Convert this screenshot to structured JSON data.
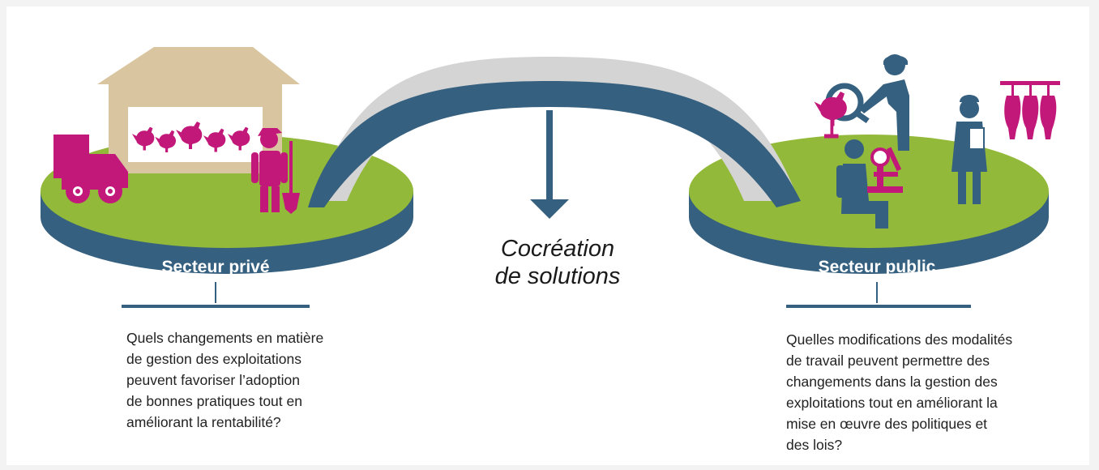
{
  "left": {
    "label": "Secteur privé",
    "question": "Quels changements en matière\nde gestion des exploitations\npeuvent favoriser l’adoption\nde bonnes pratiques tout en\naméliorant la rentabilité?"
  },
  "right": {
    "label": "Secteur public",
    "question": "Quelles modifications des modalités\nde travail peuvent permettre des\nchangements dans la gestion des\nexploitations tout en améliorant la\nmise en œuvre des politiques et\ndes lois?"
  },
  "center": {
    "line1": "Cocréation",
    "line2": "de solutions"
  },
  "colors": {
    "platform_top": "#93b93a",
    "platform_side": "#36607f",
    "bridge_top": "#d4d4d4",
    "magenta": "#c2187a",
    "navy": "#36607f",
    "barn": "#d9c5a0"
  },
  "icons": [
    "barn-icon",
    "chicken-icon",
    "truck-icon",
    "farmer-icon",
    "shovel-icon",
    "magnifier-icon",
    "inspector-icon",
    "scientist-icon",
    "microscope-icon",
    "veterinarian-icon",
    "hanging-poultry-icon",
    "arrow-down-icon"
  ]
}
